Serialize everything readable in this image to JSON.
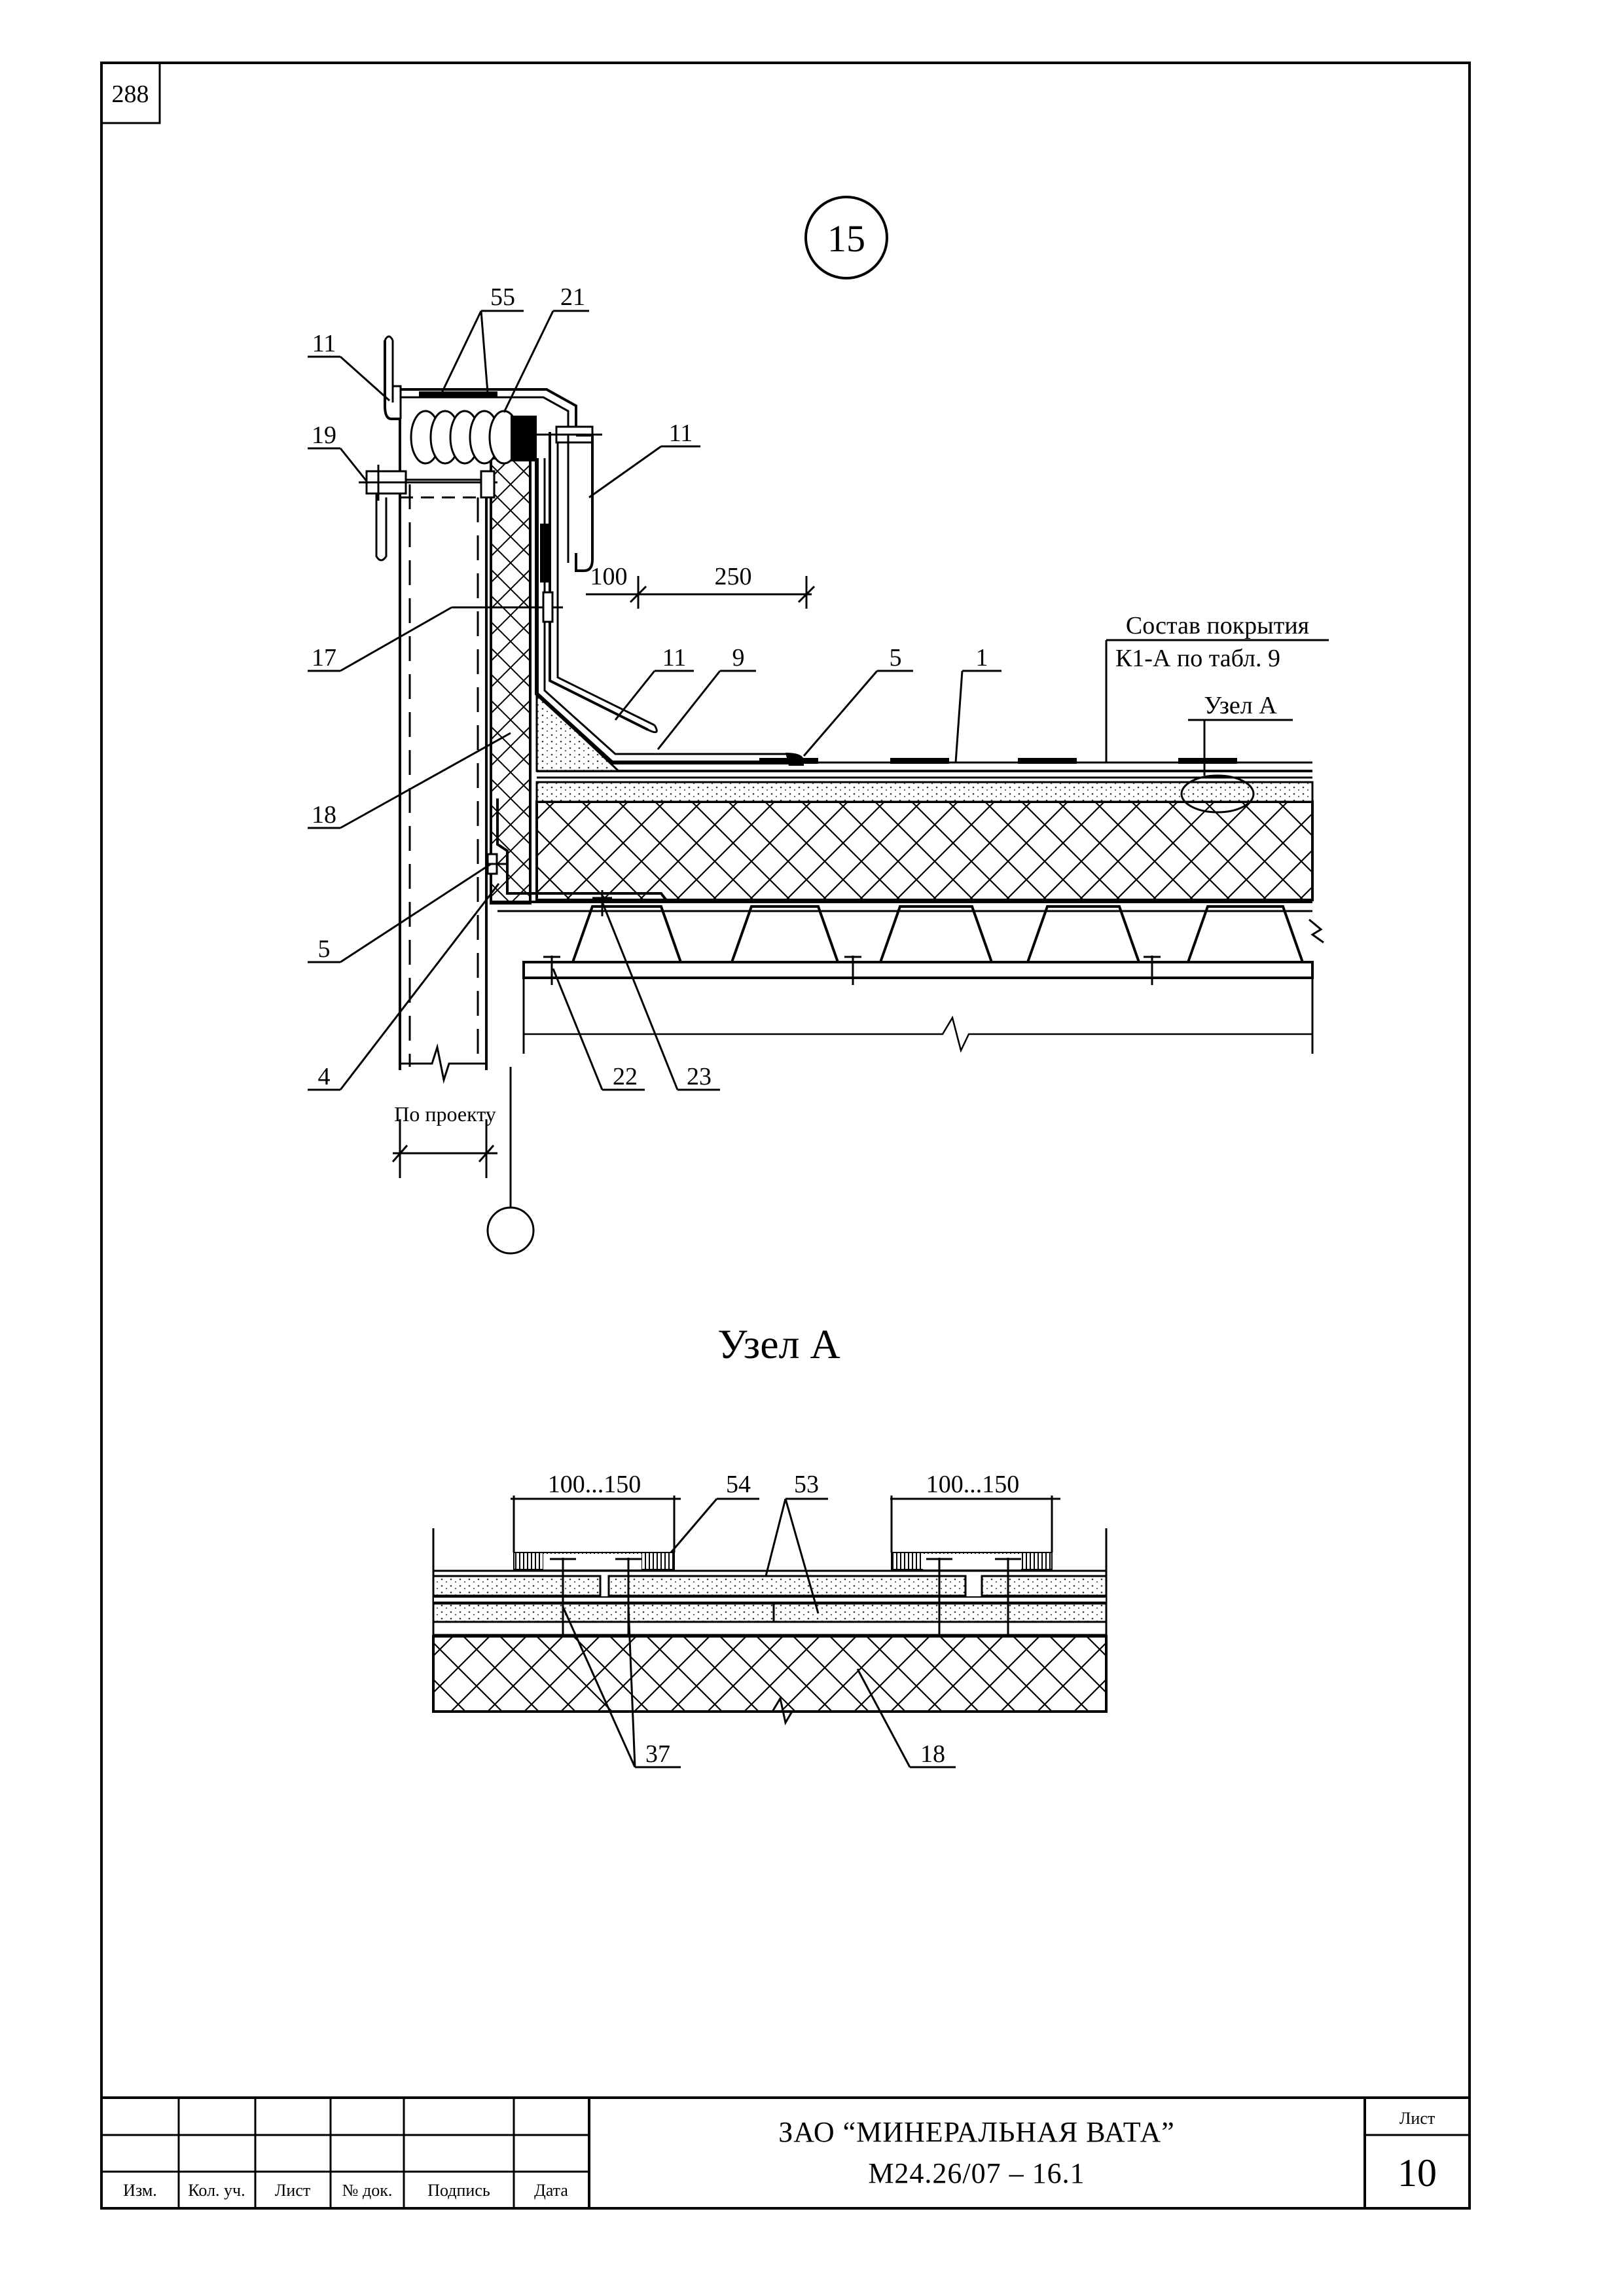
{
  "page_number": "288",
  "detail_number": "15",
  "node_title": "Узел А",
  "coating": {
    "line1": "Состав покрытия",
    "line2": "К1-А по табл. 9",
    "node_ref": "Узел А"
  },
  "main_callouts": [
    "11",
    "55",
    "21",
    "19",
    "11",
    "100",
    "250",
    "17",
    "11",
    "9",
    "5",
    "1",
    "18",
    "5",
    "4",
    "22",
    "23"
  ],
  "design_note": "По проекту",
  "node_callouts": {
    "dim_left": "100...150",
    "dim_right": "100...150",
    "c54": "54",
    "c53": "53",
    "c37": "37",
    "c18": "18"
  },
  "title_block": {
    "columns": [
      "Изм.",
      "Кол. уч.",
      "Лист",
      "№ док.",
      "Подпись",
      "Дата"
    ],
    "company": "ЗАО “МИНЕРАЛЬНАЯ ВАТА”",
    "code": "М24.26/07 – 16.1",
    "sheet_label": "Лист",
    "sheet_number": "10"
  }
}
